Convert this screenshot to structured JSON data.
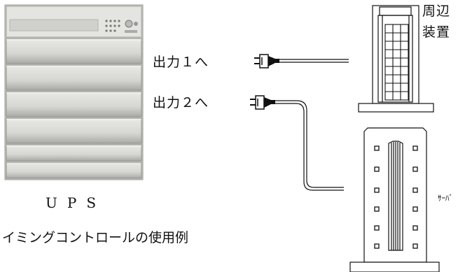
{
  "ups": {
    "label": "UPS"
  },
  "outputs": [
    {
      "label": "出力１へ"
    },
    {
      "label": "出力２へ"
    }
  ],
  "peripheral": {
    "label_line1": "周辺",
    "label_line2": "装置"
  },
  "server": {
    "label": "ｻｰﾊﾞ"
  },
  "caption": "イミングコントロールの使用例"
}
